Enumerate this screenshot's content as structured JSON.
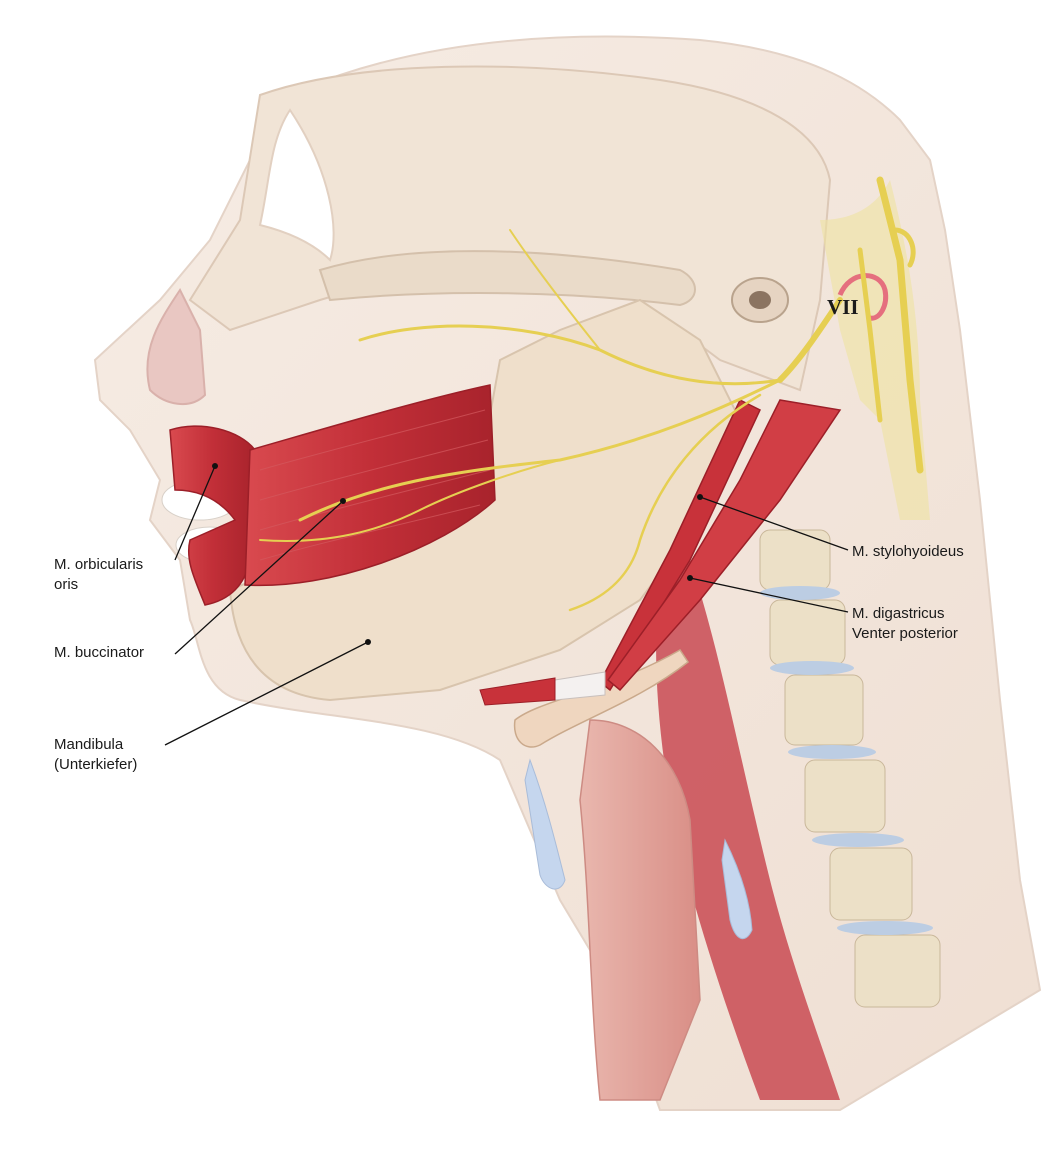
{
  "diagram": {
    "nerve_label": "VII",
    "labels": {
      "orbicularis": {
        "line1": "M. orbicularis",
        "line2": "oris"
      },
      "buccinator": {
        "line1": "M. buccinator"
      },
      "mandibula": {
        "line1": "Mandibula",
        "line2": "(Unterkiefer)"
      },
      "stylohyoideus": {
        "line1": "M. stylohyoideus"
      },
      "digastricus": {
        "line1": "M. digastricus",
        "line2": "Venter posterior"
      }
    }
  },
  "colors": {
    "skin": "#f3e6dc",
    "bone": "#ecdcc9",
    "muscle": "#c8323a",
    "nerve": "#e6cf52",
    "vertebra": "#e9dcc0",
    "disc": "#b9c9e0",
    "line": "#111111"
  }
}
